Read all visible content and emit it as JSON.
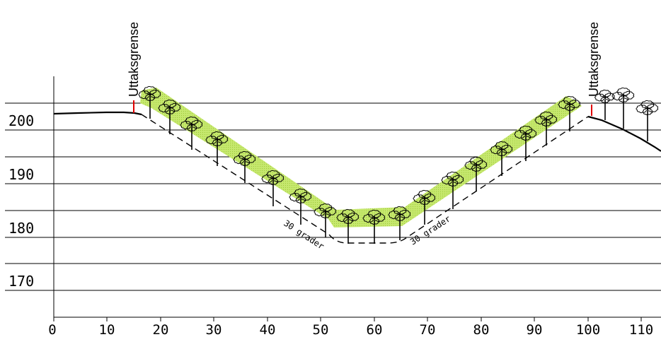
{
  "boundary_label": "Uttaksgrense",
  "slope_label": "30 grader",
  "y_tick_labels": [
    "200",
    "190",
    "180",
    "170"
  ],
  "x_tick_labels": [
    "0",
    "10",
    "20",
    "30",
    "40",
    "50",
    "60",
    "70",
    "80",
    "90",
    "100",
    "110"
  ],
  "colors": {
    "vegetation": "#c6e86e",
    "boundary_marker": "#e00000",
    "line": "#000000"
  }
}
